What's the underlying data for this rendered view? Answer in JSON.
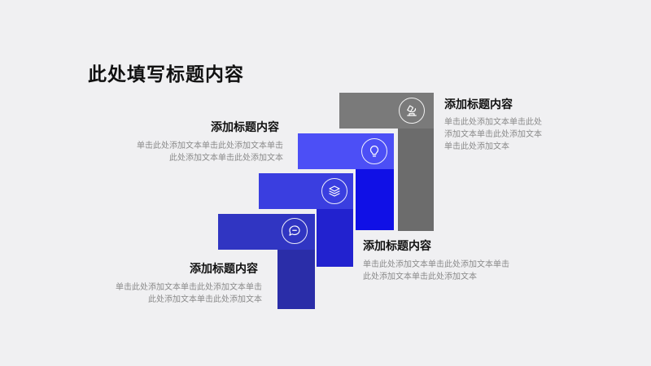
{
  "slide": {
    "title": "此处填写标题内容"
  },
  "items": [
    {
      "heading": "添加标题内容",
      "body_line1": "单击此处添加文本单击此处添加文本单击",
      "body_line2": "此处添加文本单击此处添加文本",
      "icon": "chat-bubble-icon",
      "color": "#3035c2"
    },
    {
      "heading": "添加标题内容",
      "body_line1": "单击此处添加文本单击此处添加文本单击",
      "body_line2": "此处添加文本单击此处添加文本",
      "icon": "layers-icon",
      "color": "#3a3ee0"
    },
    {
      "heading": "添加标题内容",
      "body_line1": "单击此处添加文本单击此处添加文本单击",
      "body_line2": "此处添加文本单击此处添加文本",
      "icon": "lightbulb-icon",
      "color": "#4a4cf5"
    },
    {
      "heading": "添加标题内容",
      "body_line1": "单击此处添加文本单击此处",
      "body_line2": "添加文本单击此处添加文本",
      "body_line3": "单击此处添加文本",
      "icon": "microscope-icon",
      "color": "#767676"
    }
  ]
}
